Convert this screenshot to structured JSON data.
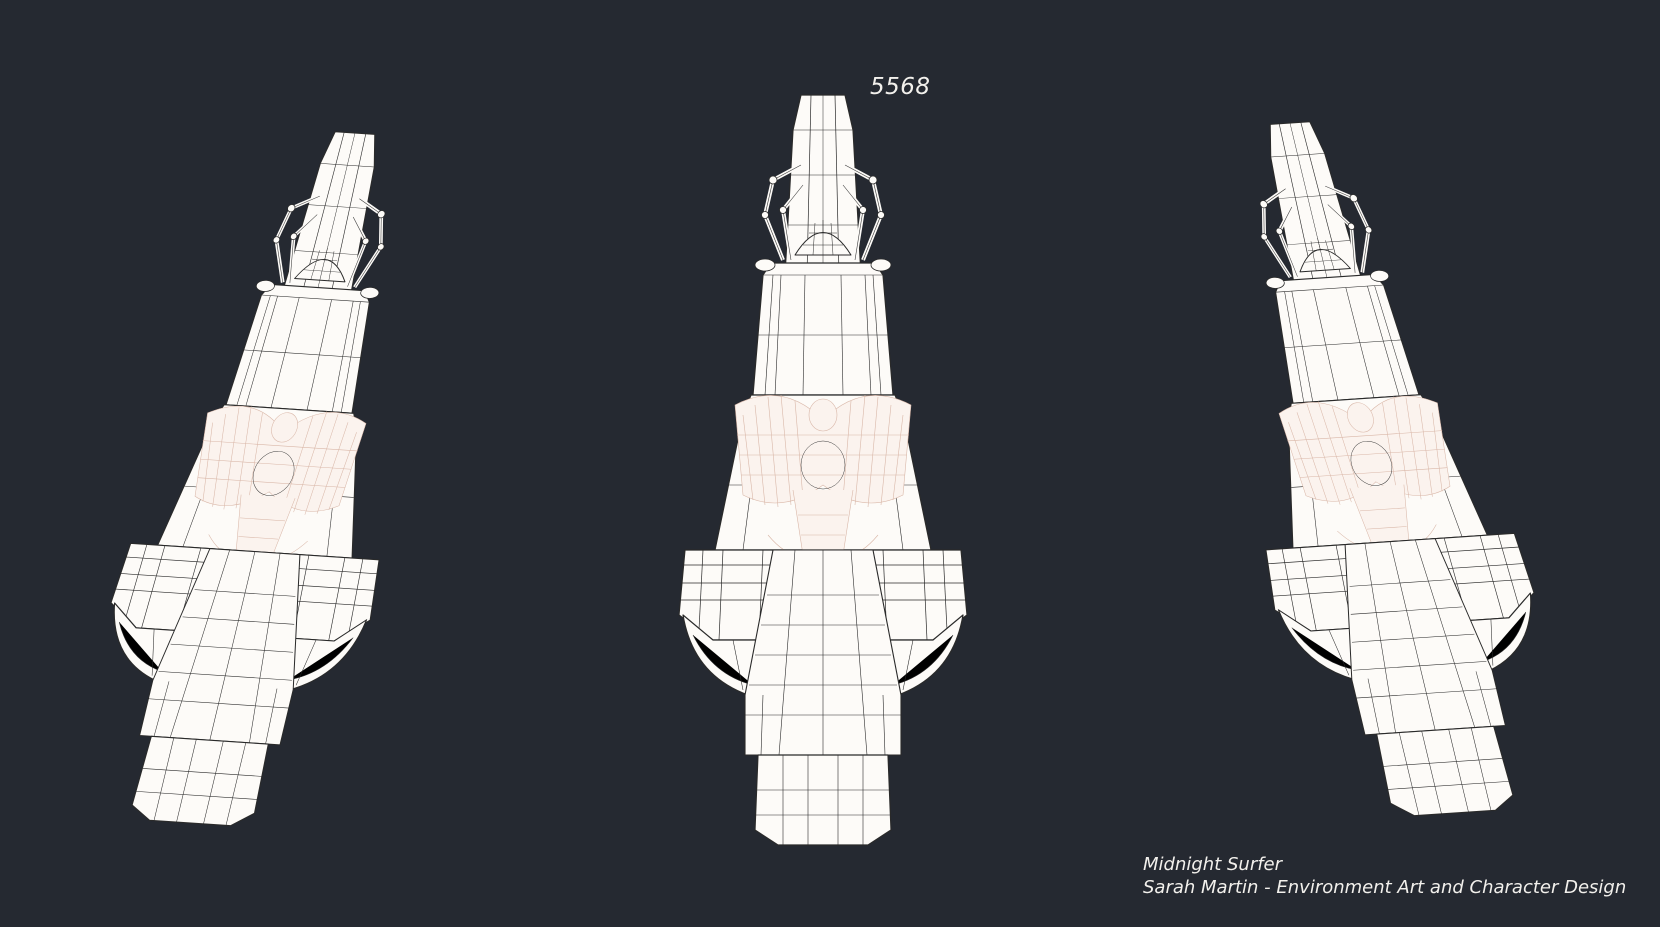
{
  "poly_count": "5568",
  "credits": {
    "project": "Midnight Surfer",
    "author_line": "Sarah Martin - Environment Art and Character Design"
  },
  "colors": {
    "background": "#252931",
    "model_fill": "#fdfbf8",
    "wire": "#2a2a2a",
    "wire_warm": "#d9b7a8",
    "text": "#f2f0ec"
  }
}
